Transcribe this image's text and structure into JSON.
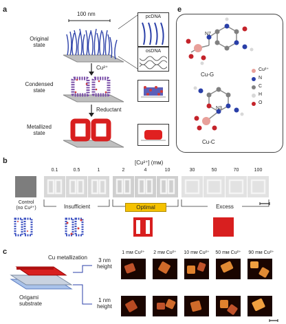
{
  "panel_a": {
    "label": "a",
    "scale": "100 nm",
    "states": [
      "Original\nstate",
      "Condensed\nstate",
      "Metallized\nstate"
    ],
    "insets": [
      "pcDNA",
      "osDNA"
    ],
    "arrows": [
      "Cu²⁺",
      "Reductant"
    ]
  },
  "panel_e": {
    "label": "e",
    "molecules": [
      {
        "name": "Cu-G",
        "atom_label": "N7"
      },
      {
        "name": "Cu-C",
        "atom_label": "N3"
      }
    ],
    "legend": [
      {
        "label": "Cu²⁺",
        "color": "#e8a09a"
      },
      {
        "label": "N",
        "color": "#2a3fa8"
      },
      {
        "label": "C",
        "color": "#808080"
      },
      {
        "label": "H",
        "color": "#d8d8d8"
      },
      {
        "label": "O",
        "color": "#c4232a"
      }
    ]
  },
  "panel_b": {
    "label": "b",
    "header": "[Cu²⁺] (mм)",
    "concentrations": [
      "0.1",
      "0.5",
      "1",
      "2",
      "4",
      "10",
      "30",
      "50",
      "70",
      "100"
    ],
    "control_label": "Control\n(no Cu²⁺)",
    "groups": [
      "Insufficient",
      "Optimal",
      "Excess"
    ]
  },
  "panel_c": {
    "label": "c",
    "layer_labels": [
      "Cu metallization",
      "Origami\nsubstrate"
    ],
    "heights": [
      "3 nm\nheight",
      "1 nm\nheight"
    ],
    "columns": [
      "1 mм Cu²⁺",
      "2 mм Cu²⁺",
      "10 mм Cu²⁺",
      "50 mм Cu²⁺",
      "90 mм Cu²⁺"
    ]
  }
}
